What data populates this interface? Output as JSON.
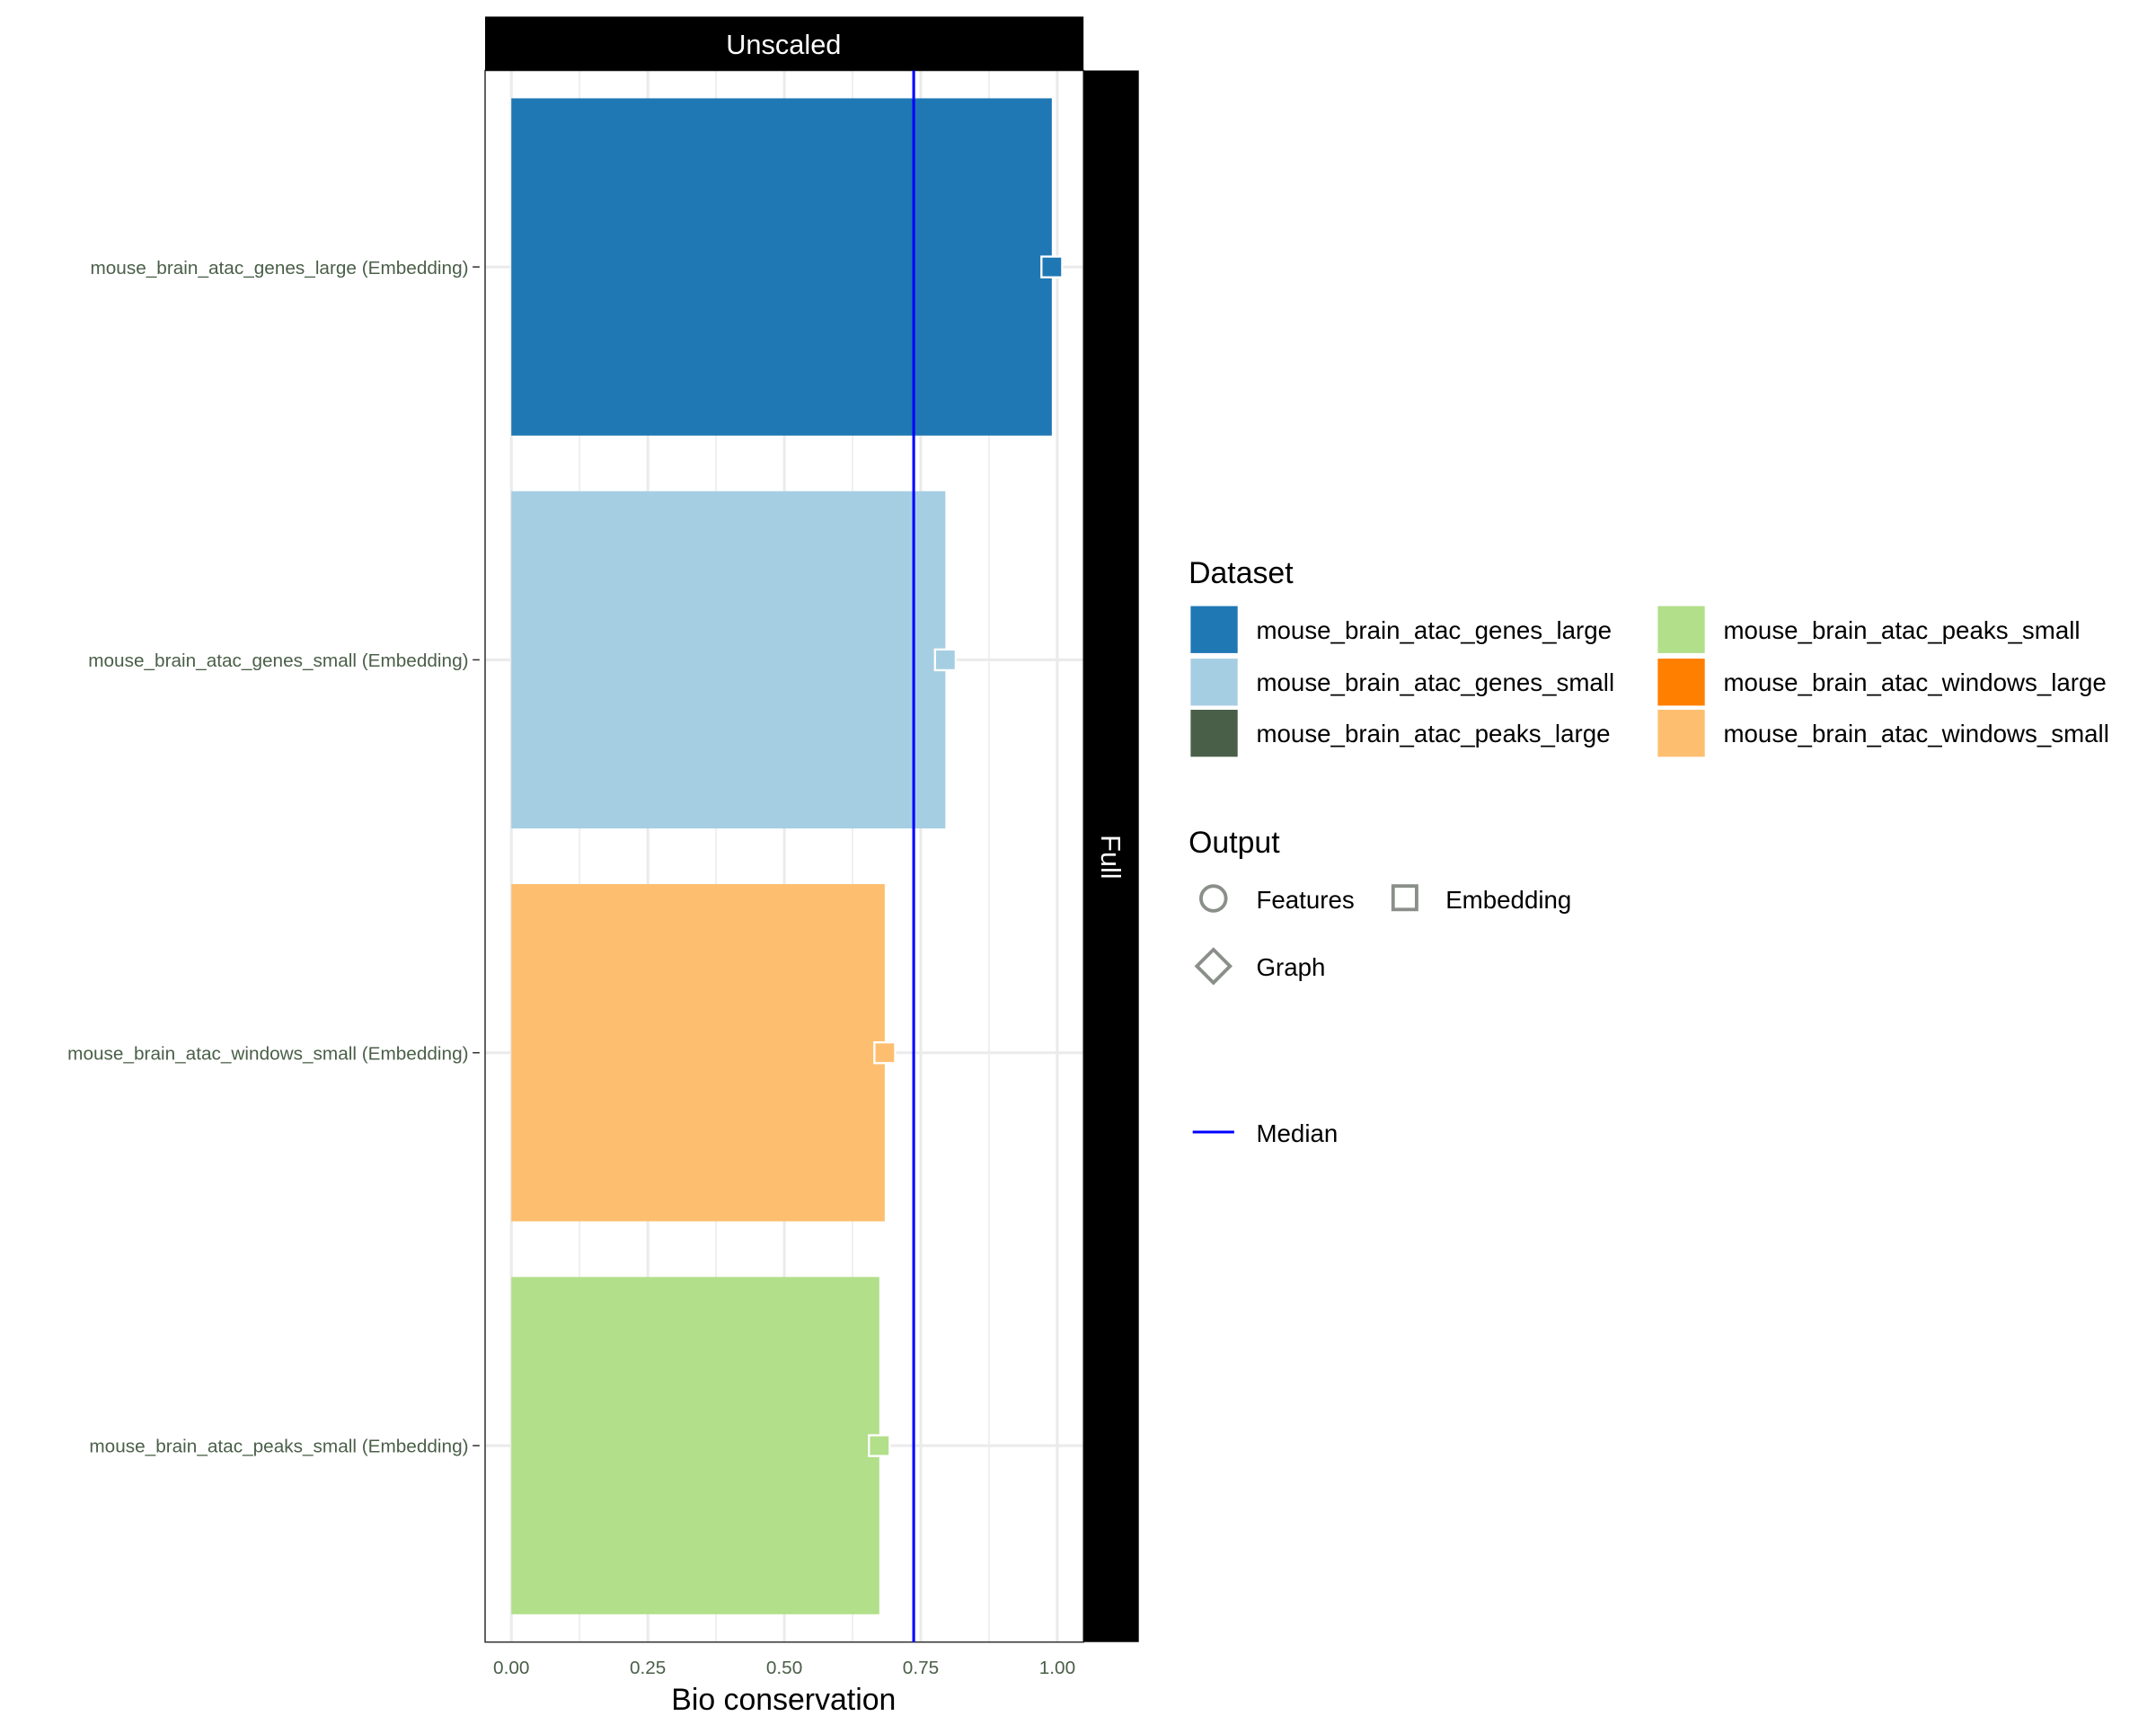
{
  "chart_data": {
    "type": "bar",
    "orientation": "horizontal",
    "facet_top": "Unscaled",
    "facet_right": "Full",
    "xlabel": "Bio conservation",
    "xlim": [
      -0.05,
      1.05
    ],
    "xticks": [
      "0.00",
      "0.25",
      "0.50",
      "0.75",
      "1.00"
    ],
    "xtick_values": [
      0,
      0.25,
      0.5,
      0.75,
      1.0
    ],
    "categories": [
      "mouse_brain_atac_genes_large (Embedding)",
      "mouse_brain_atac_genes_small (Embedding)",
      "mouse_brain_atac_windows_small (Embedding)",
      "mouse_brain_atac_peaks_small (Embedding)"
    ],
    "values": [
      0.99,
      0.795,
      0.684,
      0.674
    ],
    "bar_colors": [
      "#1f78b4",
      "#a6cee3",
      "#fdbf6f",
      "#b2df8a"
    ],
    "point_shape": "square",
    "median": 0.737,
    "median_color": "#0000ff",
    "grid": true,
    "legend_position": "right",
    "legend": {
      "dataset_title": "Dataset",
      "datasets": [
        {
          "label": "mouse_brain_atac_genes_large",
          "color": "#1f78b4"
        },
        {
          "label": "mouse_brain_atac_genes_small",
          "color": "#a6cee3"
        },
        {
          "label": "mouse_brain_atac_peaks_large",
          "color": "#4a5f48"
        },
        {
          "label": "mouse_brain_atac_peaks_small",
          "color": "#b2df8a"
        },
        {
          "label": "mouse_brain_atac_windows_large",
          "color": "#ff7f00"
        },
        {
          "label": "mouse_brain_atac_windows_small",
          "color": "#fdbf6f"
        }
      ],
      "output_title": "Output",
      "outputs": [
        {
          "label": "Features",
          "shape": "circle"
        },
        {
          "label": "Embedding",
          "shape": "square"
        },
        {
          "label": "Graph",
          "shape": "diamond"
        }
      ],
      "median_label": "Median"
    }
  }
}
